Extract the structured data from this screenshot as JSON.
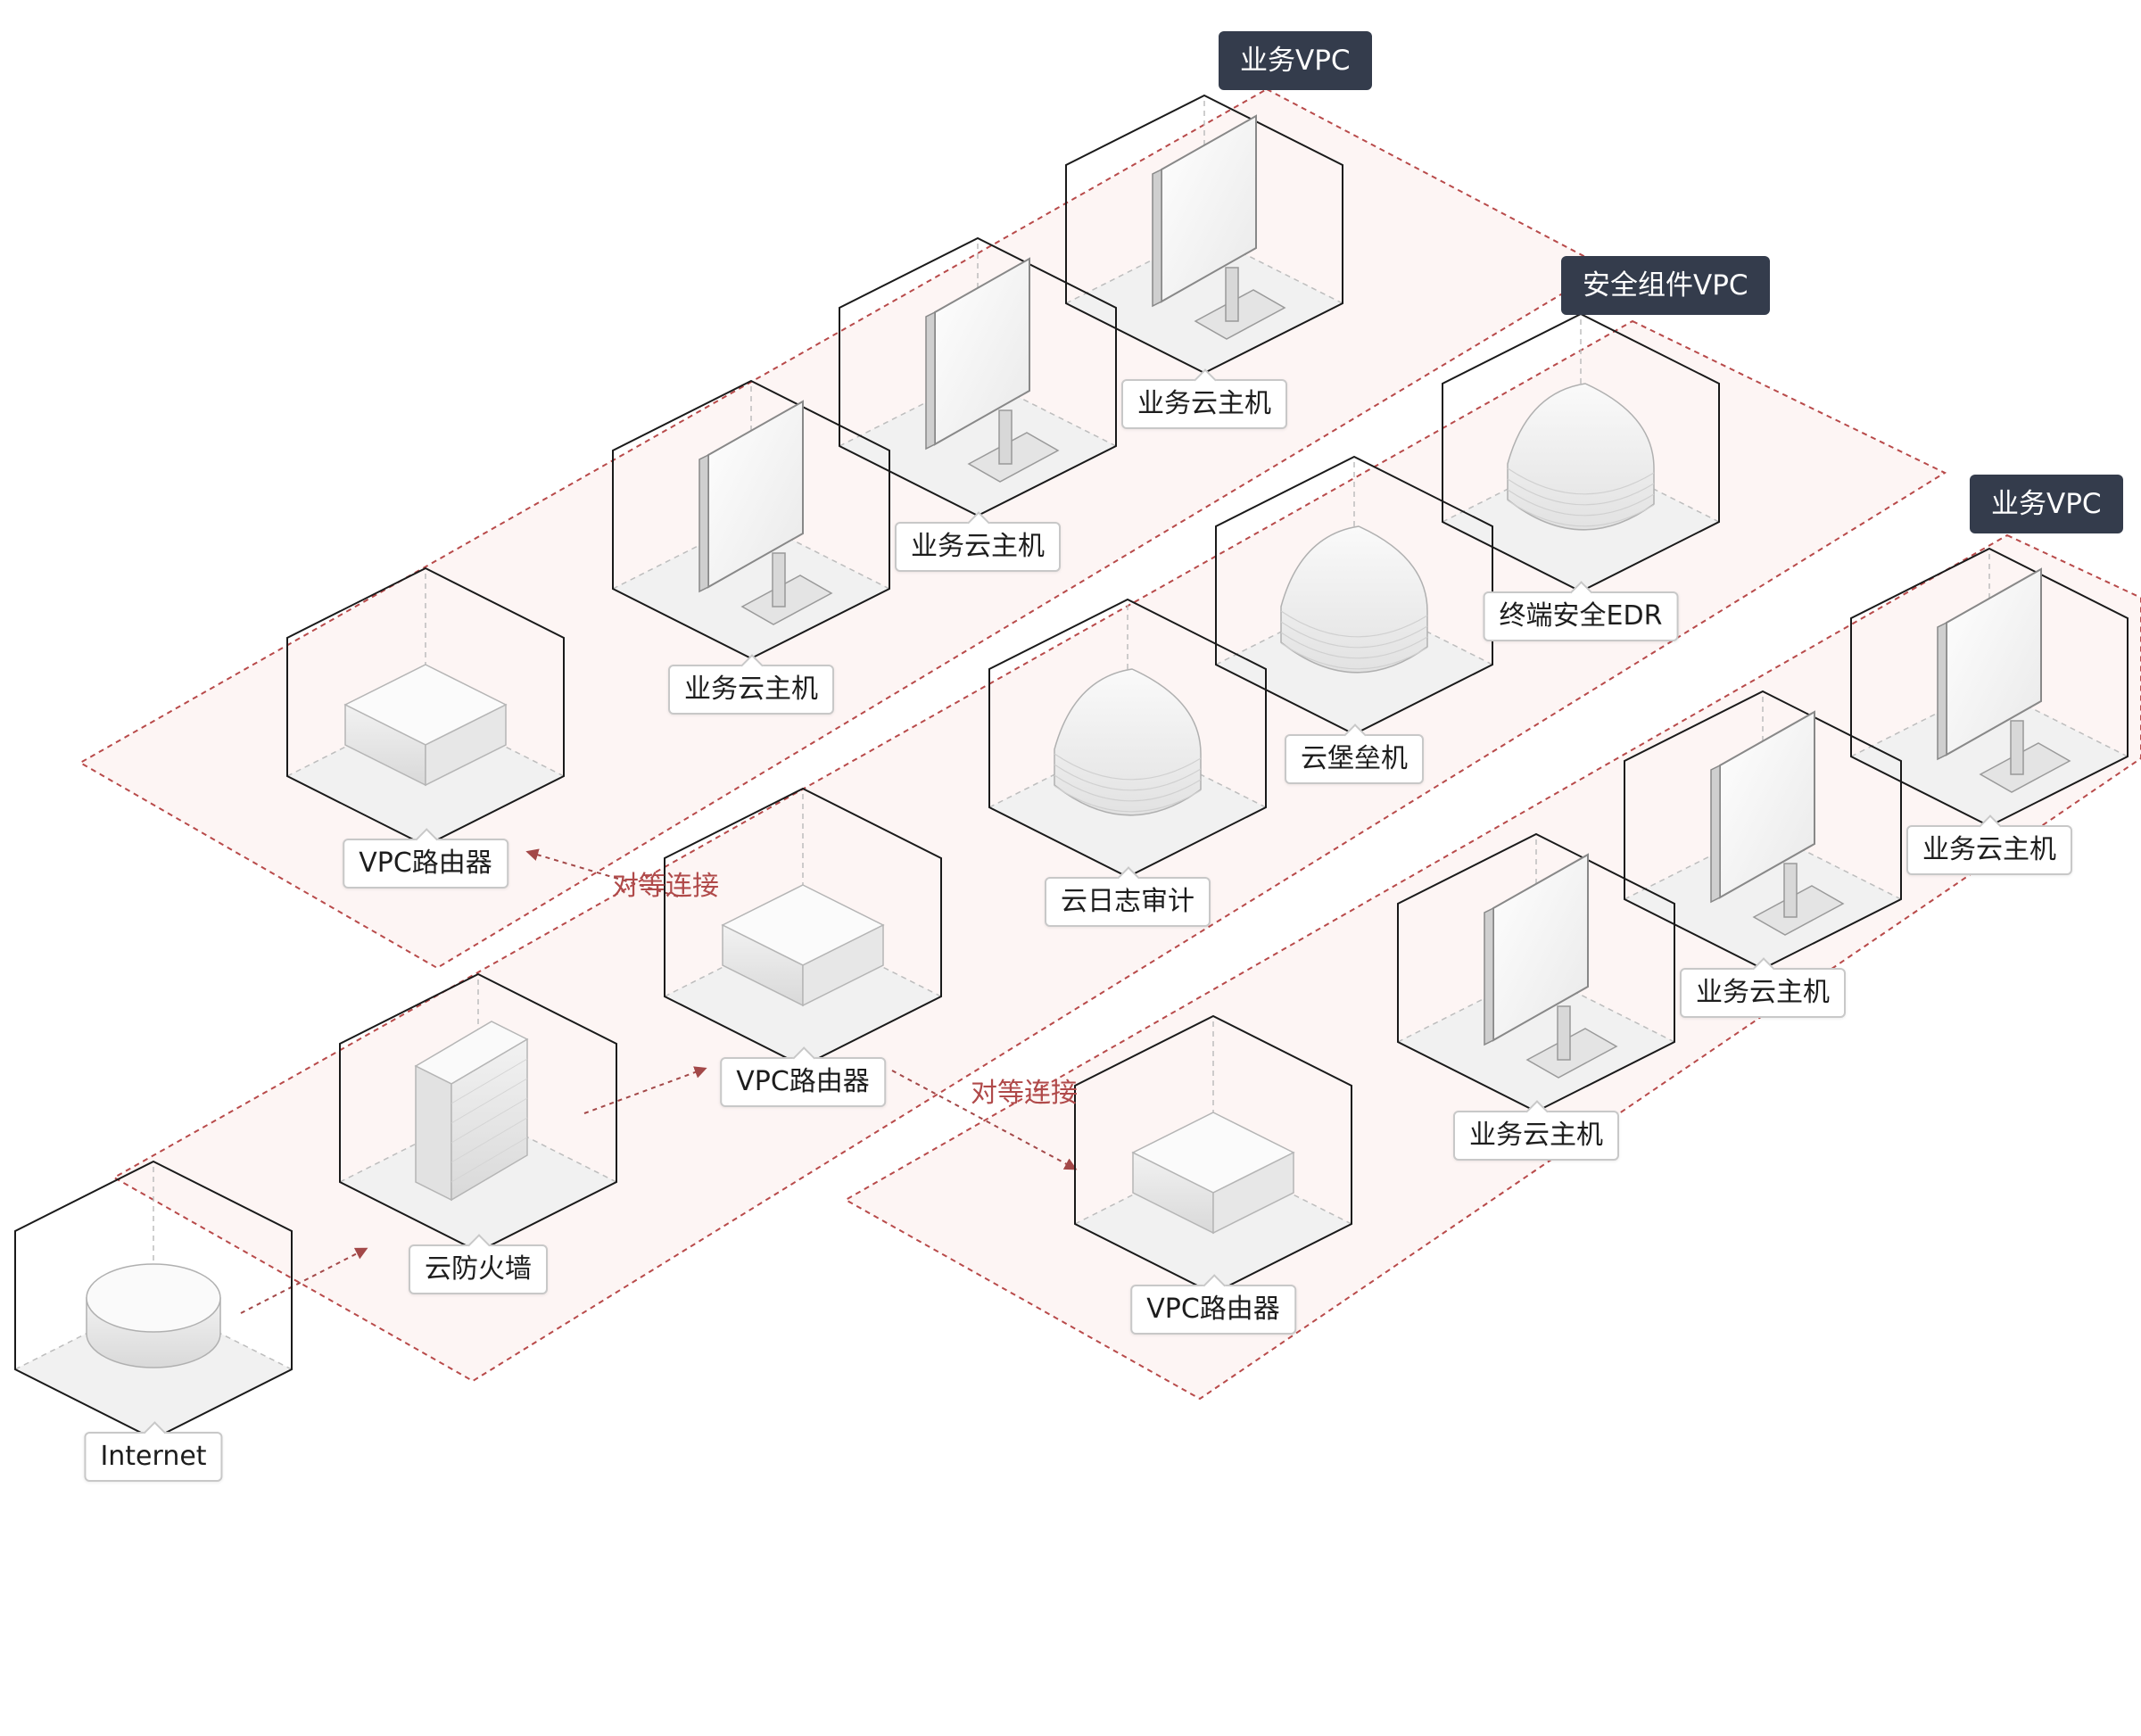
{
  "regions": [
    {
      "title": "业务VPC"
    },
    {
      "title": "安全组件VPC"
    },
    {
      "title": "业务VPC"
    }
  ],
  "nodes": [
    {
      "label": "业务云主机",
      "icon": "monitor-icon"
    },
    {
      "label": "业务云主机",
      "icon": "monitor-icon"
    },
    {
      "label": "业务云主机",
      "icon": "monitor-icon"
    },
    {
      "label": "VPC路由器",
      "icon": "router-icon"
    },
    {
      "label": "终端安全EDR",
      "icon": "shield-icon"
    },
    {
      "label": "云堡垒机",
      "icon": "shield-icon"
    },
    {
      "label": "云日志审计",
      "icon": "shield-icon"
    },
    {
      "label": "VPC路由器",
      "icon": "router-icon"
    },
    {
      "label": "云防火墙",
      "icon": "firewall-icon"
    },
    {
      "label": "Internet",
      "icon": "internet-icon"
    },
    {
      "label": "业务云主机",
      "icon": "monitor-icon"
    },
    {
      "label": "业务云主机",
      "icon": "monitor-icon"
    },
    {
      "label": "业务云主机",
      "icon": "monitor-icon"
    },
    {
      "label": "VPC路由器",
      "icon": "router-icon"
    }
  ],
  "connections": [
    {
      "label": ""
    },
    {
      "label": ""
    },
    {
      "label": "对等连接"
    },
    {
      "label": "对等连接"
    }
  ],
  "colors": {
    "region_fill": "#fdf5f4",
    "region_stroke": "#b84a4a",
    "arrow": "#a34848",
    "title_bg": "#343c4c"
  }
}
